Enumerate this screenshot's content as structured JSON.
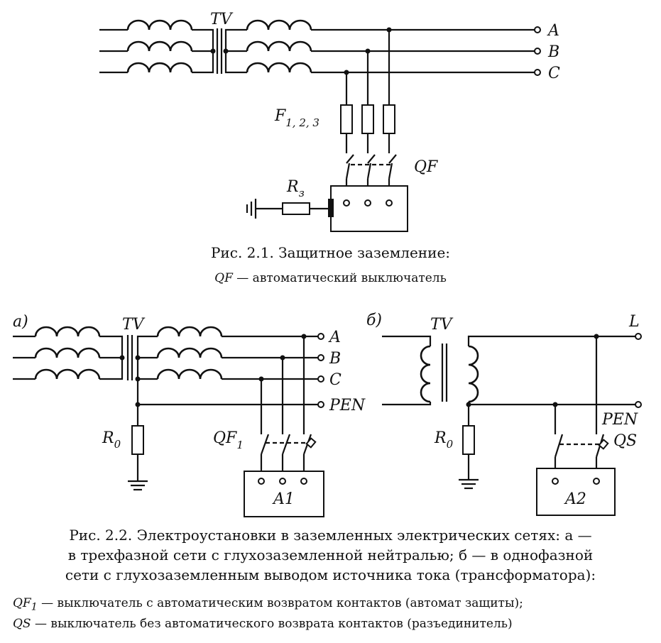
{
  "fig1": {
    "tv": "TV",
    "phase_a": "A",
    "phase_b": "B",
    "phase_c": "C",
    "fuses": "F",
    "fuses_sub": "1, 2, 3",
    "breaker": "QF",
    "resistor": "R",
    "resistor_sub": "з",
    "caption": "Рис. 2.1. Защитное заземление:",
    "legend_sym": "QF",
    "legend_text": " — автоматический выключатель"
  },
  "fig2a": {
    "tag": "а)",
    "tv": "TV",
    "phase_a": "A",
    "phase_b": "B",
    "phase_c": "C",
    "pen": "PEN",
    "resistor": "R",
    "resistor_sub": "0",
    "breaker": "QF",
    "breaker_sub": "1",
    "load": "A1"
  },
  "fig2b": {
    "tag": "б)",
    "tv": "TV",
    "line": "L",
    "pen": "PEN",
    "resistor": "R",
    "resistor_sub": "0",
    "switch": "QS",
    "load": "A2"
  },
  "caption2": {
    "line1": "Рис. 2.2. Электроустановки в заземленных электрических сетях: а —",
    "line2": "в трехфазной сети с глухозаземленной нейтралью; б — в однофазной",
    "line3": "сети с глухозаземленным выводом источника тока (трансформатора):",
    "legend1_sym": "QF",
    "legend1_sub": "1",
    "legend1_text": " — выключатель с автоматическим возвратом контактов (автомат защиты);",
    "legend2_sym": "QS",
    "legend2_text": " — выключатель без автоматического возврата контактов (разъединитель)"
  }
}
